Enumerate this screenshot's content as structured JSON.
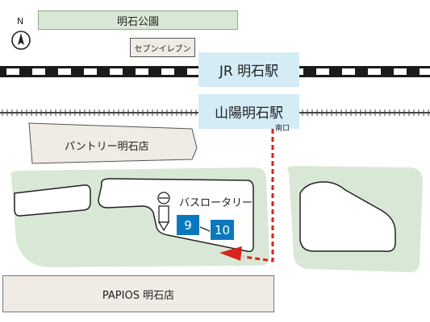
{
  "north_label": "N",
  "park": {
    "label": "明石公園"
  },
  "convenience_store": {
    "label": "セブンイレブン"
  },
  "jr_station": {
    "label": "JR 明石駅"
  },
  "sanyo_station": {
    "label": "山陽明石駅"
  },
  "south_exit": {
    "label": "南口"
  },
  "pantry_store": {
    "label": "パントリー明石店"
  },
  "bus_rotary": {
    "label": "バスロータリー"
  },
  "bus_stops": [
    {
      "number": "9"
    },
    {
      "number": "10"
    }
  ],
  "papios_store": {
    "label": "PAPIOS 明石店"
  },
  "colors": {
    "green_area": "#d9e8d6",
    "station_box": "#d3ecf6",
    "building": "#f0ebe4",
    "bus_stop_badge": "#0a78bf",
    "route_arrow": "#d9231d",
    "rail_dark": "#1b1b1b"
  }
}
